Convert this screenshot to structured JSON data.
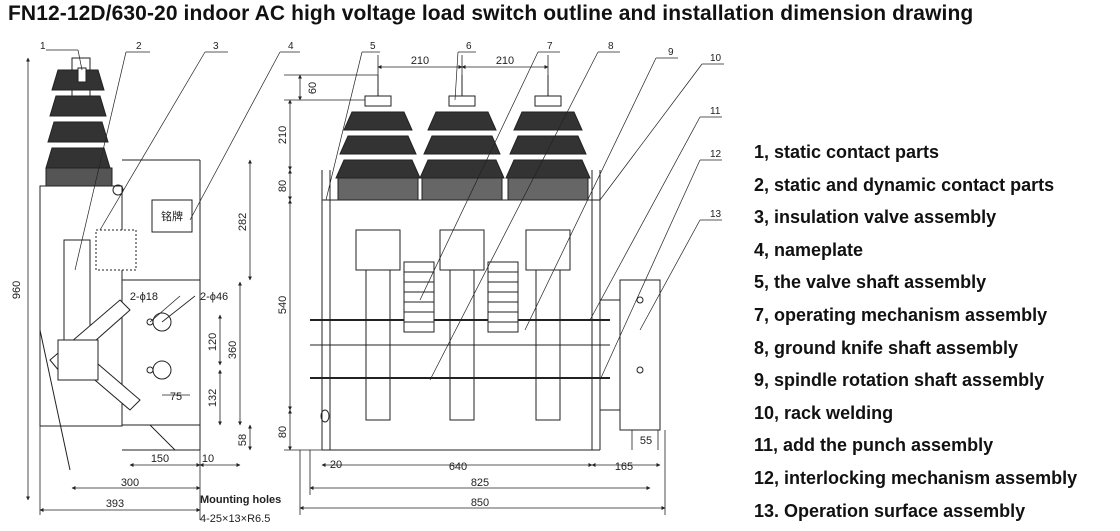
{
  "title": "FN12-12D/630-20 indoor AC high voltage load switch outline and installation dimension drawing",
  "callout_numbers": [
    "1",
    "2",
    "3",
    "4",
    "5",
    "6",
    "7",
    "8",
    "9",
    "10",
    "11",
    "12",
    "13"
  ],
  "side_view": {
    "dims": {
      "h960": "960",
      "h282": "282",
      "h360": "360",
      "h120": "120",
      "h132": "132",
      "h58": "58",
      "w150": "150",
      "w10": "10",
      "w300": "300",
      "w393": "393",
      "w75": "75"
    },
    "hole_small": "2-ϕ18",
    "hole_large": "2-ϕ46",
    "nameplate_text": "铭牌",
    "mounting_label": "Mounting holes",
    "mounting_spec": "4-25×13×R6.5"
  },
  "front_view": {
    "dims": {
      "w210a": "210",
      "w210b": "210",
      "h60": "60",
      "h210": "210",
      "h80a": "80",
      "h540": "540",
      "h80b": "80",
      "w20": "20",
      "w640": "640",
      "w825": "825",
      "w850": "850",
      "w165": "165",
      "w55": "55"
    }
  },
  "legend": [
    "1, static contact parts",
    "2, static and dynamic contact parts",
    "3, insulation valve assembly",
    "4, nameplate",
    "5, the valve shaft assembly",
    "7, operating mechanism assembly",
    "8, ground knife shaft assembly",
    "9, spindle rotation shaft assembly",
    "10, rack welding",
    "11, add the punch assembly",
    "12, interlocking mechanism assembly",
    "13. Operation surface assembly"
  ]
}
